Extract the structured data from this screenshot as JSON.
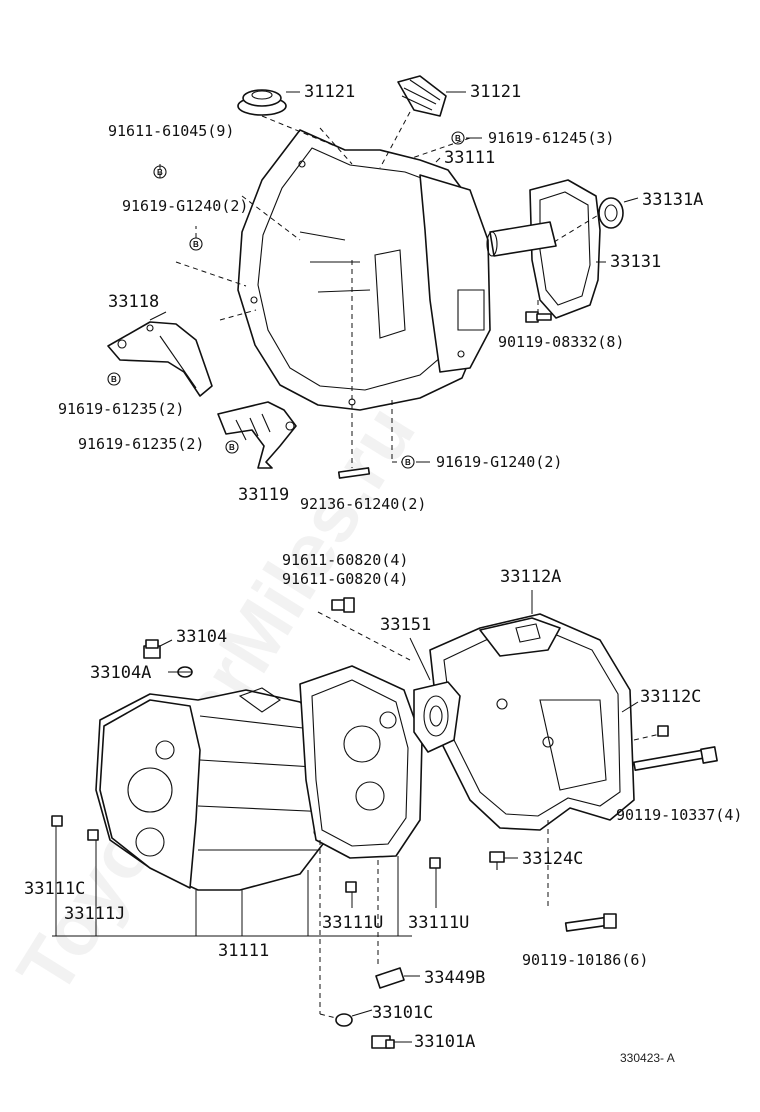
{
  "watermark": "ToyotaCarMiles.ru",
  "diagram_id": "330423- A",
  "bolt_marker": "B",
  "labels": {
    "p31121_left": "31121",
    "p31121_right": "31121",
    "p91611_61045": "91611-61045(9)",
    "p91619_61245": "91619-61245(3)",
    "p33111": "33111",
    "p91619_G1240_a": "91619-G1240(2)",
    "p33131A": "33131A",
    "p33131": "33131",
    "p33118": "33118",
    "p90119_08332": "90119-08332(8)",
    "p91619_61235_a": "91619-61235(2)",
    "p91619_61235_b": "91619-61235(2)",
    "p91619_G1240_b": "91619-G1240(2)",
    "p33119": "33119",
    "p92136_61240": "92136-61240(2)",
    "p91611_60820": "91611-60820(4)",
    "p91611_G0820": "91611-G0820(4)",
    "p33112A": "33112A",
    "p33104": "33104",
    "p33151": "33151",
    "p33104A": "33104A",
    "p33112C": "33112C",
    "p90119_10337": "90119-10337(4)",
    "p33124C": "33124C",
    "p33111C": "33111C",
    "p33111J": "33111J",
    "p33111U_a": "33111U",
    "p33111U_b": "33111U",
    "p31111": "31111",
    "p90119_10186": "90119-10186(6)",
    "p33449B": "33449B",
    "p33101C": "33101C",
    "p33101A": "33101A"
  }
}
